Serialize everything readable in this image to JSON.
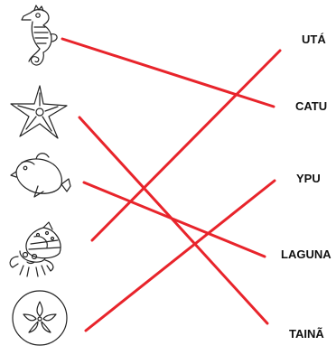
{
  "words": [
    "UTÁ",
    "CATU",
    "YPU",
    "LAGUNA",
    "TAINÃ"
  ],
  "animals": [
    {
      "icon": "seahorse-icon"
    },
    {
      "icon": "starfish-icon"
    },
    {
      "icon": "dolphin-icon"
    },
    {
      "icon": "hermit-crab-icon"
    },
    {
      "icon": "sand-dollar-icon"
    }
  ],
  "colors": {
    "line": "#e8242b",
    "ink": "#222222",
    "background": "#ffffff"
  }
}
